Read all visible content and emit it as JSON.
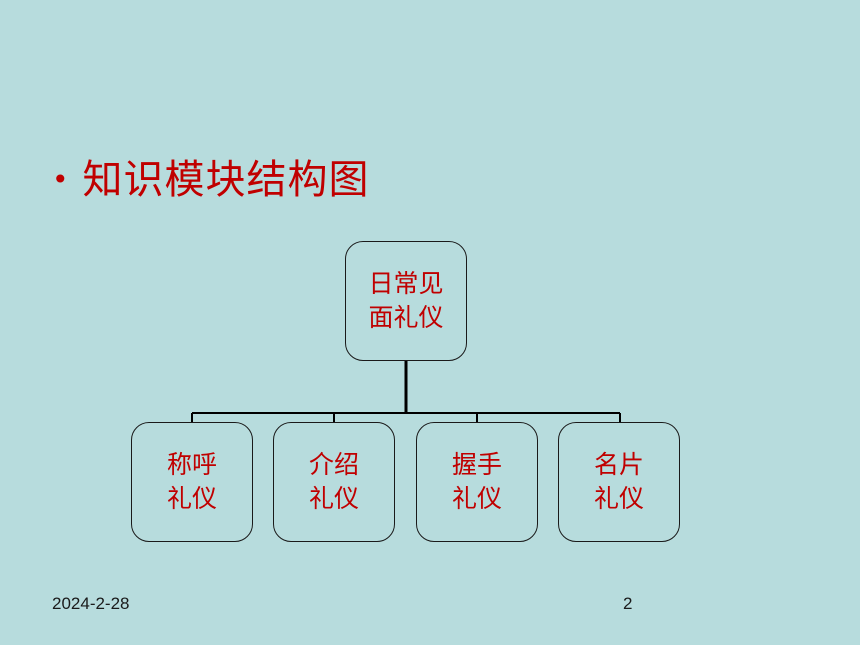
{
  "slide": {
    "bullet": "•",
    "title": "知识模块结构图",
    "footer_date": "2024-2-28",
    "page_number": "2"
  },
  "diagram": {
    "root": {
      "line1": "日常见",
      "line2": "面礼仪"
    },
    "children": [
      {
        "line1": "称呼",
        "line2": "礼仪"
      },
      {
        "line1": "介绍",
        "line2": "礼仪"
      },
      {
        "line1": "握手",
        "line2": "礼仪"
      },
      {
        "line1": "名片",
        "line2": "礼仪"
      }
    ]
  },
  "colors": {
    "background": "#b7dcdd",
    "accent_text": "#c00000",
    "line": "#000000"
  }
}
